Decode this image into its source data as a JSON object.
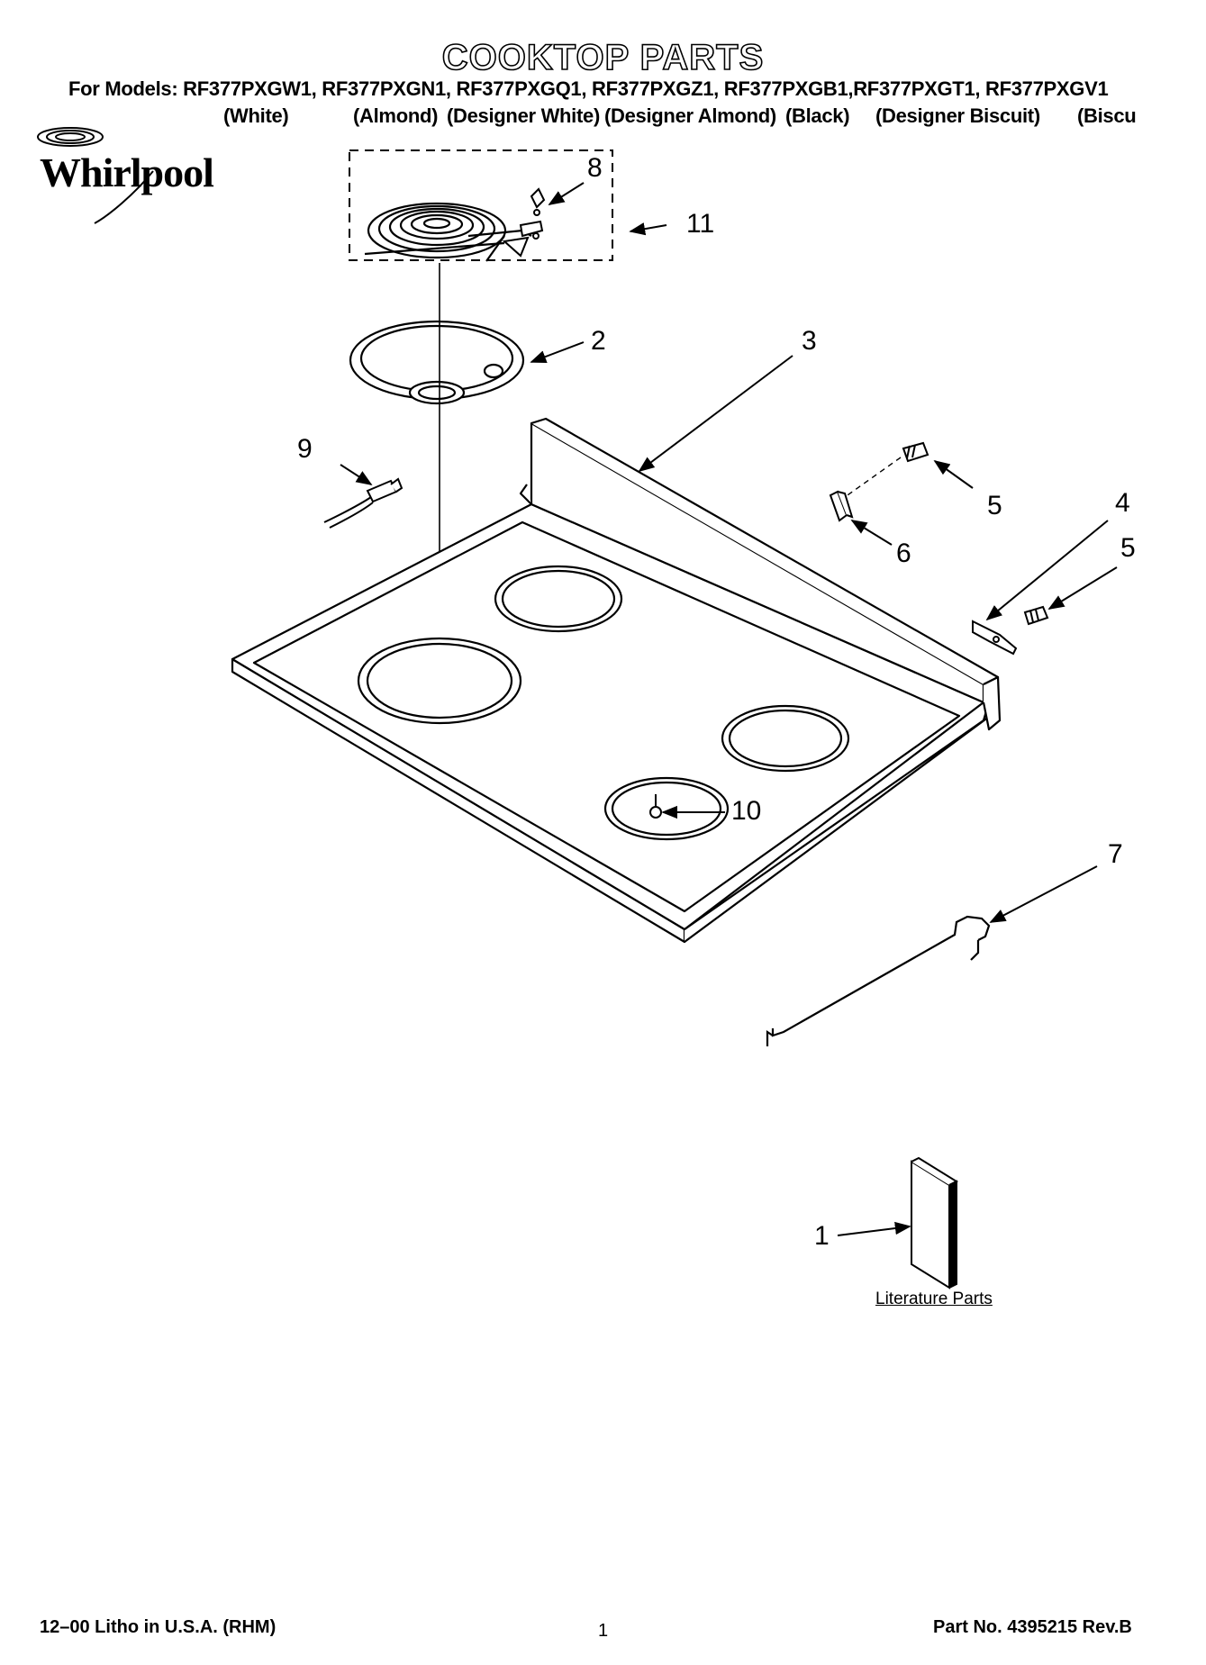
{
  "header": {
    "title": "COOKTOP PARTS",
    "models_line": "For Models: RF377PXGW1, RF377PXGN1, RF377PXGQ1, RF377PXGZ1, RF377PXGB1,RF377PXGT1, RF377PXGV1",
    "colors": [
      "(White)",
      "(Almond)",
      "(Designer White)",
      "(Designer Almond)",
      "(Black)",
      "(Designer Biscuit)",
      "(Biscu"
    ]
  },
  "brand": {
    "name": "Whirlpool",
    "logo_icon": "whirlpool-swirl-icon"
  },
  "callouts": [
    "1",
    "2",
    "3",
    "4",
    "5",
    "5",
    "6",
    "7",
    "8",
    "9",
    "10",
    "11"
  ],
  "literature": {
    "label": "Literature Parts"
  },
  "footer": {
    "litho": "12–00 Litho in U.S.A. (RHM)",
    "page": "1",
    "part_no": "Part No. 4395215 Rev.B"
  }
}
